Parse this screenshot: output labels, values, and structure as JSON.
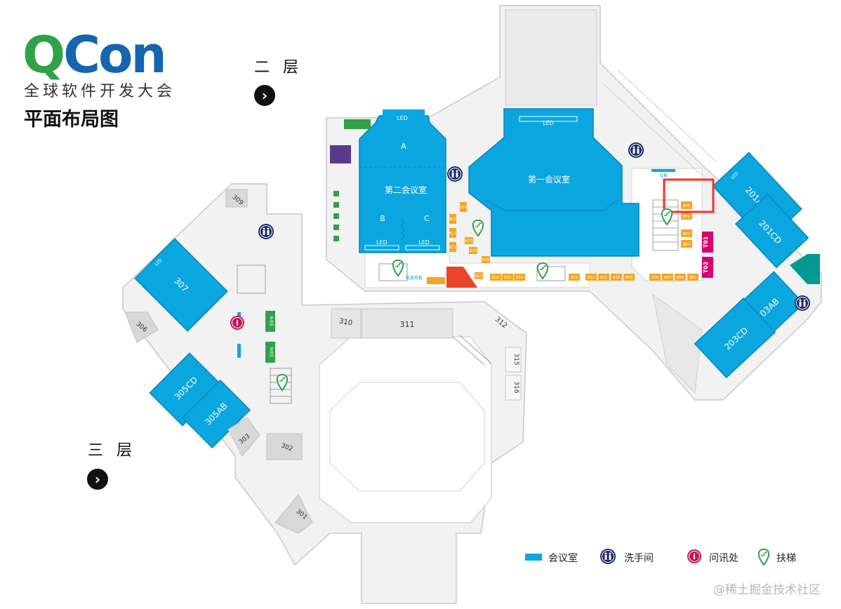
{
  "brand": {
    "logo_q": "Q",
    "logo_con": "Con",
    "logo_sub": "全球软件开发大会",
    "page_title": "平面布局图"
  },
  "floors": {
    "second": "二 层",
    "third": "三 层",
    "nav_icon": "chevron-right-icon"
  },
  "rooms": {
    "main1": "第一会议室",
    "main2": "第二会议室",
    "a": "A",
    "b": "B",
    "c": "C",
    "led": "LED",
    "r201ab": "201AB",
    "r201cd": "201CD",
    "r203ab": "203AB",
    "r203cd": "203CD",
    "r305cd": "305CD",
    "r305ab": "305AB",
    "r307": "307",
    "r301": "301",
    "r302": "302",
    "r303": "303",
    "r306": "306",
    "r309": "309",
    "r310": "310",
    "r311": "311",
    "r312": "312",
    "r315": "315",
    "r316": "316"
  },
  "booths": {
    "t01": "T01",
    "t02": "T02",
    "b01": "B01",
    "b02": "B02",
    "b03": "B03",
    "b04": "B04",
    "b05": "B05",
    "b06": "B06",
    "b07": "B07",
    "b08": "B08",
    "b09": "B09",
    "b10": "B10",
    "b11": "B11",
    "b12": "B12",
    "b13": "B13",
    "b14": "B14",
    "b15": "B15",
    "b16": "B16",
    "b17": "B17",
    "b18": "B18",
    "b19": "B19",
    "b20": "B20",
    "b21": "B21",
    "b22": "B22",
    "b23": "B23",
    "b24": "B24",
    "checkin": "日报",
    "submit": "投递目板",
    "rest": "休息区"
  },
  "legend": {
    "meeting": "会议室",
    "restroom": "洗手间",
    "info": "问讯处",
    "escalator": "扶梯"
  },
  "colors": {
    "room": "#0aa6e0",
    "booth": "#f5a623",
    "green": "#2fa24a",
    "magenta": "#d6006f",
    "teal": "#009a93",
    "purple": "#5b3a8e",
    "red": "#e8452c",
    "highlight": "#ff2d2d"
  },
  "watermark": "@稀土掘金技术社区"
}
